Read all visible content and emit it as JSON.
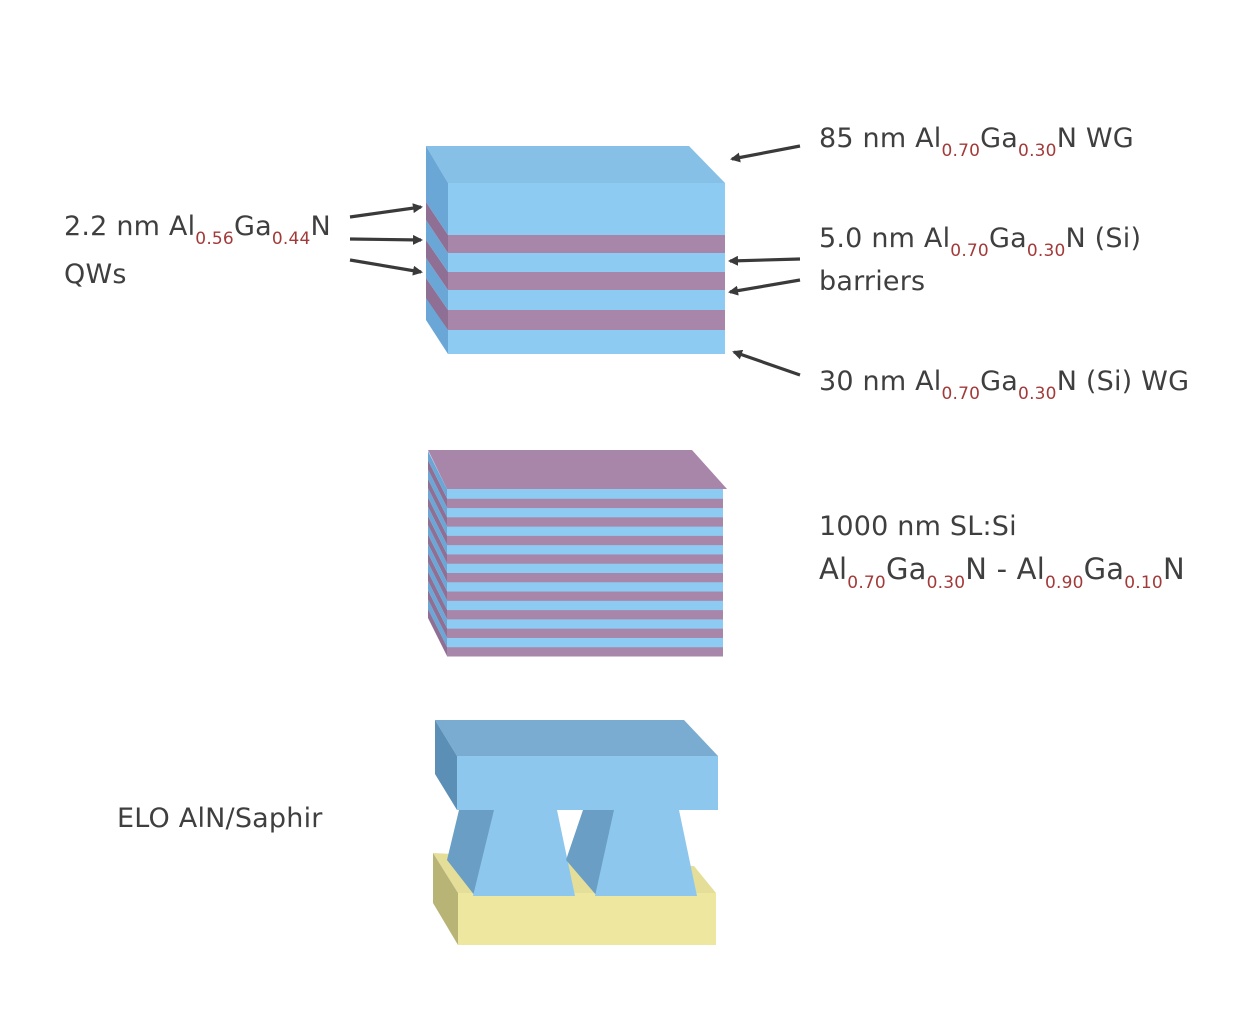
{
  "labels": {
    "wg_top": {
      "pre": "85 nm Al",
      "s1": "0.70",
      "mid": "Ga",
      "s2": "0.30",
      "post": "N WG"
    },
    "qw": {
      "pre": "2.2 nm Al",
      "s1": "0.56",
      "mid": "Ga",
      "s2": "0.44",
      "post": "N",
      "line2": "QWs"
    },
    "barriers": {
      "pre": "5.0 nm Al",
      "s1": "0.70",
      "mid": "Ga",
      "s2": "0.30",
      "post": "N (Si)",
      "line2": "barriers"
    },
    "wg_bottom": {
      "pre": "30 nm Al",
      "s1": "0.70",
      "mid": "Ga",
      "s2": "0.30",
      "post": "N (Si) WG"
    },
    "sl": {
      "line1": "1000 nm SL:Si",
      "a": "Al",
      "s1": "0.70",
      "b": "Ga",
      "s2": "0.30",
      "c": "N - Al",
      "s3": "0.90",
      "d": "Ga",
      "s4": "0.10",
      "e": "N"
    },
    "elo": "ELO AlN/Saphir"
  },
  "colors": {
    "blue_front": "#8ecbf2",
    "blue_top": "#86c0e6",
    "blue_side": "#6aa6d6",
    "purple_front": "#a886aa",
    "purple_top": "#b591b6",
    "purple_side": "#8f6f94",
    "elo_top": "#7aacd1",
    "elo_side": "#5b8fb6",
    "elo_front": "#8ec7ee",
    "pillar_side": "#6a9ec4",
    "saphir_front": "#ede79f",
    "saphir_top": "#e4de98",
    "saphir_side": "#b8b476",
    "arrow": "#3a3a3a",
    "subscript": "#a33a3a"
  }
}
